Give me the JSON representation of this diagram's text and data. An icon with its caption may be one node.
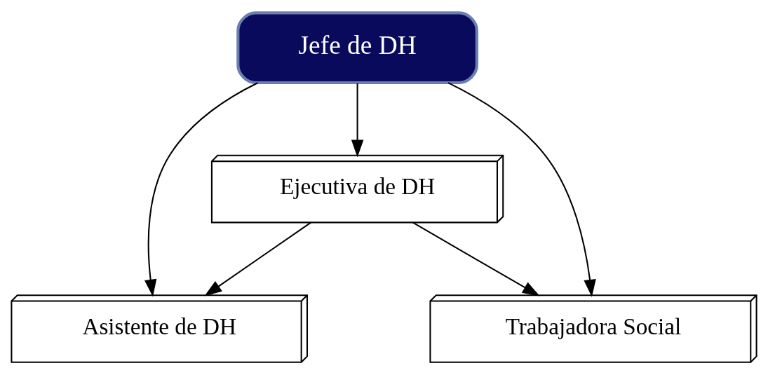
{
  "diagram": {
    "nodes": [
      {
        "text": [
          "Jefe de DH"
        ]
      },
      {
        "text": [
          "Ejecutiva de DH"
        ]
      },
      {
        "text": [
          "Asistente de DH"
        ]
      },
      {
        "text": [
          "Trabajadora Social"
        ]
      }
    ],
    "edges": [
      {
        "from": 0,
        "to": 1,
        "arrow": "to"
      },
      {
        "from": 0,
        "to": 2,
        "arrow": "to"
      },
      {
        "from": 0,
        "to": 3,
        "arrow": "to"
      },
      {
        "from": 1,
        "to": 2,
        "arrow": "to"
      },
      {
        "from": 1,
        "to": 3,
        "arrow": "to"
      }
    ]
  }
}
